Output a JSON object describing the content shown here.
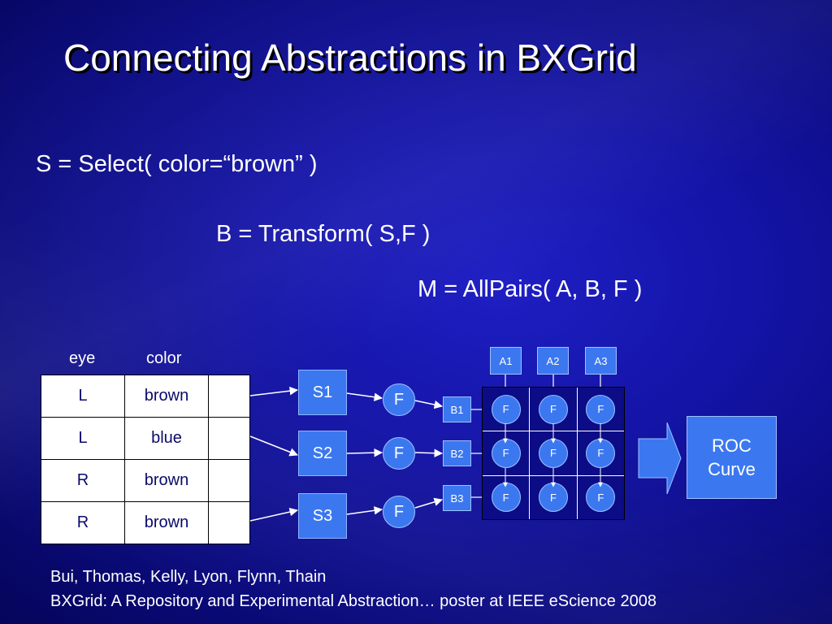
{
  "title": "Connecting Abstractions in BXGrid",
  "statements": {
    "select": "S = Select( color=“brown” )",
    "transform": "B = Transform( S,F )",
    "allpairs": "M = AllPairs( A, B, F )"
  },
  "table": {
    "headers": [
      "eye",
      "color"
    ],
    "rows": [
      [
        "L",
        "brown",
        ""
      ],
      [
        "L",
        "blue",
        ""
      ],
      [
        "R",
        "brown",
        ""
      ],
      [
        "R",
        "brown",
        ""
      ]
    ]
  },
  "selected_sets": [
    "S1",
    "S2",
    "S3"
  ],
  "function_label": "F",
  "b_labels": [
    "B1",
    "B2",
    "B3"
  ],
  "a_labels": [
    "A1",
    "A2",
    "A3"
  ],
  "matrix_cell_label": "F",
  "roc": {
    "line1": "ROC",
    "line2": "Curve"
  },
  "footer": {
    "authors": "Bui, Thomas, Kelly, Lyon, Flynn, Thain",
    "citation": "BXGrid: A Repository and Experimental Abstraction… poster at IEEE eScience 2008"
  },
  "colors": {
    "background": "#1414a8",
    "node_fill": "#3b78f0",
    "text": "#ffffff",
    "table_text": "#0a0a6a"
  }
}
